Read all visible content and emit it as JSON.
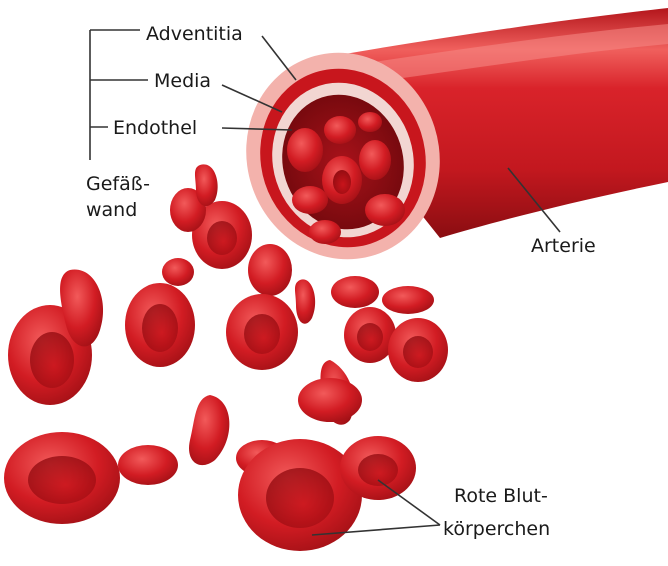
{
  "labels": {
    "adventitia": "Adventitia",
    "media": "Media",
    "endothel": "Endothel",
    "gefaesswand_line1": "Gefäß-",
    "gefaesswand_line2": "wand",
    "arterie": "Arterie",
    "rbc_line1": "Rote Blut-",
    "rbc_line2": "körperchen"
  },
  "colors": {
    "blood_red": "#d61f26",
    "dark_red": "#8f0e12",
    "highlight": "#f06a6a",
    "adventitia_pink": "#f3b2ac",
    "leader_line": "#333333"
  }
}
